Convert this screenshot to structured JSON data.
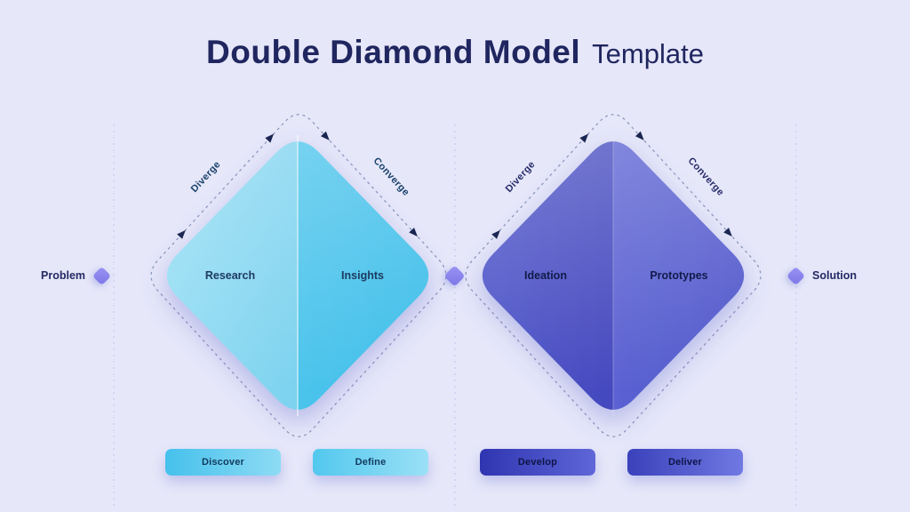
{
  "title": {
    "main": "Double Diamond Model",
    "suffix": "Template"
  },
  "left_endpoint": {
    "label": "Problem"
  },
  "right_endpoint": {
    "label": "Solution"
  },
  "diamonds": [
    {
      "name": "discover-define-diamond",
      "edge_labels": {
        "diverge": "Diverge",
        "converge": "Converge"
      },
      "halves": {
        "left": "Research",
        "right": "Insights"
      }
    },
    {
      "name": "develop-deliver-diamond",
      "edge_labels": {
        "diverge": "Diverge",
        "converge": "Converge"
      },
      "halves": {
        "left": "Ideation",
        "right": "Prototypes"
      }
    }
  ],
  "stages": [
    {
      "label": "Discover"
    },
    {
      "label": "Define"
    },
    {
      "label": "Develop"
    },
    {
      "label": "Deliver"
    }
  ],
  "colors": {
    "background": "#e6e7f9",
    "title_navy": "#20265f",
    "cyan_light_half": "#92dbf3",
    "cyan_dark_half": "#47c2eb",
    "indigo_dark_half": "#454abf",
    "indigo_light_half": "#5b62d2",
    "endpoint_icon_purple": "#8a85ee",
    "arrow_navy": "#1a2550"
  }
}
